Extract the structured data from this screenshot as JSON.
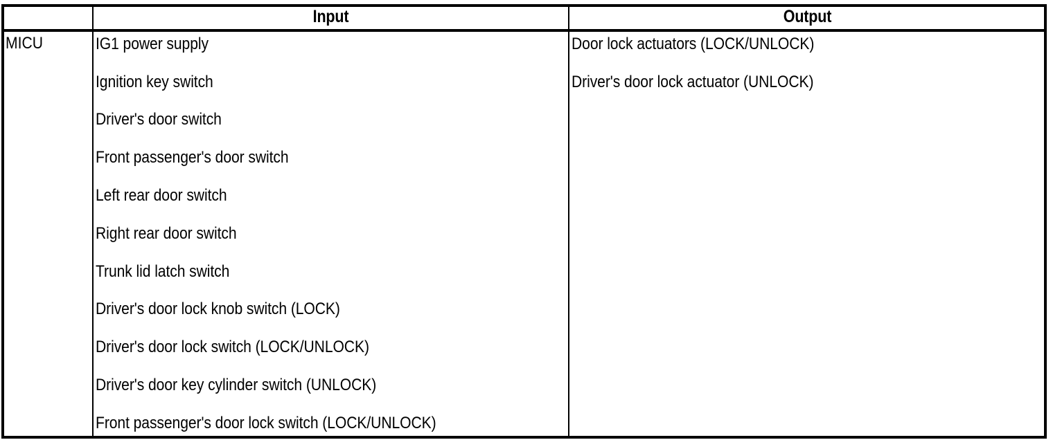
{
  "table": {
    "headers": {
      "unit_column": "",
      "input": "Input",
      "output": "Output"
    },
    "unit": "MICU",
    "input_items": [
      "IG1 power supply",
      "Ignition key switch",
      "Driver's door switch",
      "Front passenger's door switch",
      "Left rear door switch",
      "Right rear door switch",
      "Trunk lid latch switch",
      "Driver's door lock knob switch (LOCK)",
      "Driver's door lock switch (LOCK/UNLOCK)",
      "Driver's door key cylinder switch (UNLOCK)",
      "Front passenger's door lock switch (LOCK/UNLOCK)"
    ],
    "output_items": [
      "Door lock actuators (LOCK/UNLOCK)",
      "Driver's door lock actuator (UNLOCK)"
    ],
    "colors": {
      "border": "#000000",
      "text": "#000000",
      "background": "#ffffff"
    }
  }
}
